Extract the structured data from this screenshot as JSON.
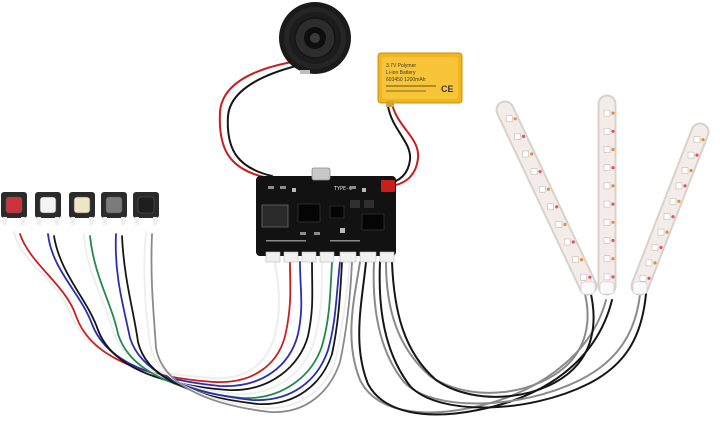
{
  "scene": {
    "board_label": "TYPE-C",
    "battery_lines": [
      "3.7V Polymer",
      "Li-ion Battery",
      "603450 1200mAh"
    ],
    "battery_mark": "CE",
    "colors": {
      "background": "#ffffff",
      "board": "#121212",
      "battery": "#f2b51e",
      "speaker": "#1a1a1a",
      "led_strip": "#f3ece8",
      "wire_red": "#c81e1e",
      "wire_black": "#161616",
      "wire_white": "#eeeeee",
      "wire_blue": "#2a2fb0",
      "wire_green": "#1f8a4c",
      "wire_grey": "#8a8a8a"
    },
    "buttons": [
      {
        "cap": "red",
        "color": "#c9353a"
      },
      {
        "cap": "white",
        "color": "#f4f4f4"
      },
      {
        "cap": "ivory",
        "color": "#efe6c8"
      },
      {
        "cap": "grey",
        "color": "#7b7b7b"
      },
      {
        "cap": "black",
        "color": "#1e1e1e"
      }
    ]
  }
}
